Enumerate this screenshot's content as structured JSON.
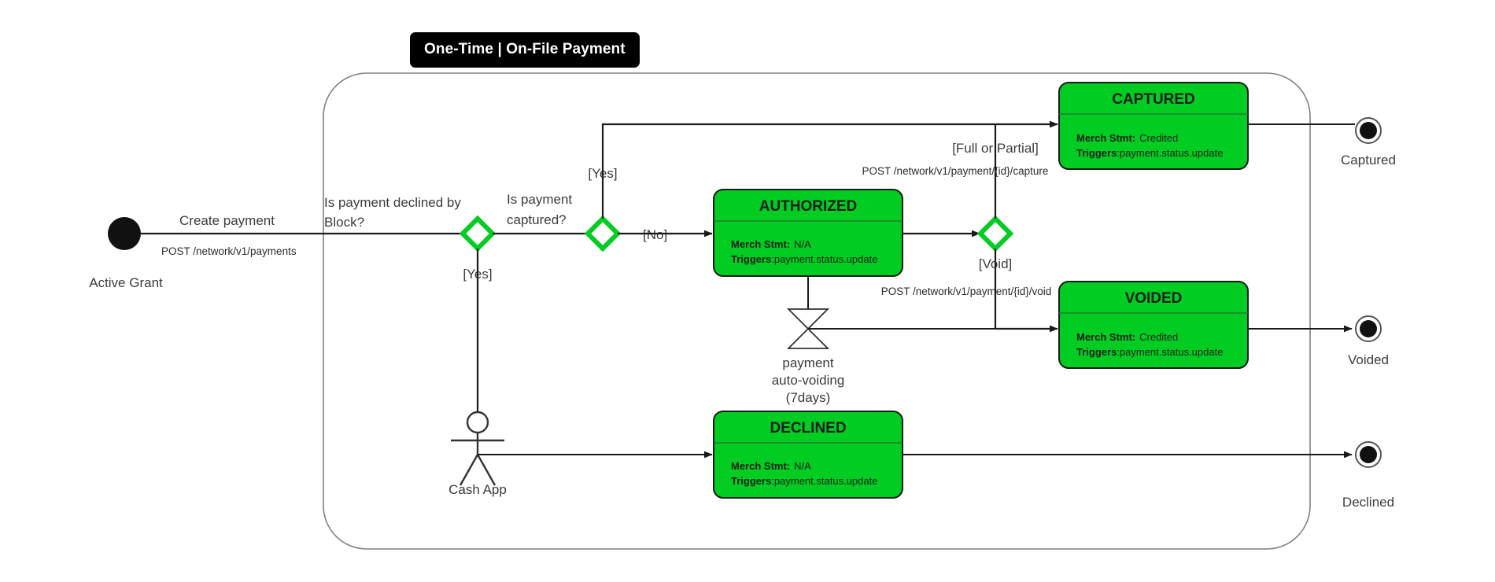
{
  "diagram": {
    "title": "One-Time | On-File Payment",
    "type": "uml-state-machine",
    "accent_color": "#00cc22",
    "title_chip_bg": "#000000",
    "frame_border_color": "#808080"
  },
  "start_node": {
    "label": "Active Grant",
    "transition_label": "Create payment",
    "transition_api": "POST /network/v1/payments"
  },
  "decisions": [
    {
      "id": "declined-by-block",
      "question": "Is payment declined by Block?",
      "question_line1": "Is payment declined by",
      "question_line2": "Block?",
      "guard_down": "[Yes]"
    },
    {
      "id": "payment-captured",
      "question": "Is payment captured?",
      "question_line1": "Is payment",
      "question_line2": "captured?",
      "guard_up": "[Yes]",
      "guard_right": "[No]"
    },
    {
      "id": "capture-or-void",
      "guard_up": "[Full or Partial]",
      "api_up": "POST /network/v1/payment/{id}/capture",
      "guard_down": "[Void]",
      "api_down": "POST /network/v1/payment/{id}/void"
    }
  ],
  "states": [
    {
      "id": "captured",
      "title": "CAPTURED",
      "merch_key": "Merch Stmt:",
      "merch_value": "Credited",
      "triggers_key": "Triggers",
      "triggers_value": ":payment.status.update"
    },
    {
      "id": "authorized",
      "title": "AUTHORIZED",
      "merch_key": "Merch Stmt:",
      "merch_value": "N/A",
      "triggers_key": "Triggers",
      "triggers_value": ":payment.status.update"
    },
    {
      "id": "voided",
      "title": "VOIDED",
      "merch_key": "Merch Stmt:",
      "merch_value": "Credited",
      "triggers_key": "Triggers",
      "triggers_value": ":payment.status.update"
    },
    {
      "id": "declined",
      "title": "DECLINED",
      "merch_key": "Merch Stmt:",
      "merch_value": "N/A",
      "triggers_key": "Triggers",
      "triggers_value": ":payment.status.update"
    }
  ],
  "timer": {
    "line1": "payment",
    "line2": "auto-voiding",
    "line3": "(7days)"
  },
  "actor": {
    "label": "Cash App"
  },
  "end_nodes": [
    {
      "id": "captured-end",
      "label": "Captured"
    },
    {
      "id": "voided-end",
      "label": "Voided"
    },
    {
      "id": "declined-end",
      "label": "Declined"
    }
  ]
}
